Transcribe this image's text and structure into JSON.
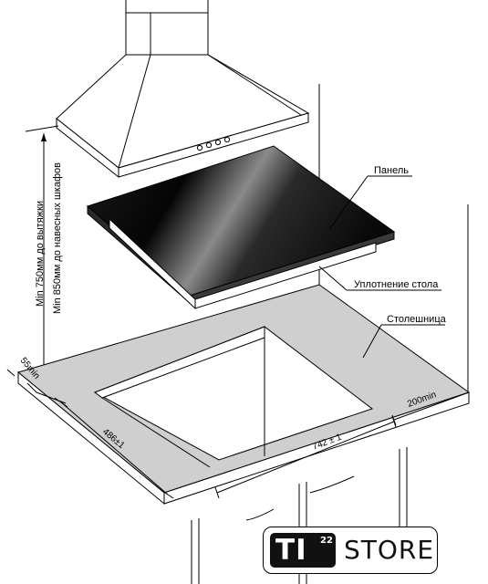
{
  "labels": {
    "panel": "Панель",
    "seal": "Уплотнение стола",
    "countertop": "Столешница",
    "min_side": "200min",
    "depth_55": "55min",
    "width_cutout": "742 ± 1",
    "depth_cutout": "486±1",
    "hood_clearance_1": "Min 750мм до вытяжки",
    "hood_clearance_2": "Min 850мм до навесных шкафов"
  },
  "logo": {
    "mark": "TI",
    "superscript": "22",
    "word": "STORE"
  },
  "colors": {
    "countertop": "#cfcfcf",
    "glass_dark": "#111111",
    "line": "#000000"
  }
}
